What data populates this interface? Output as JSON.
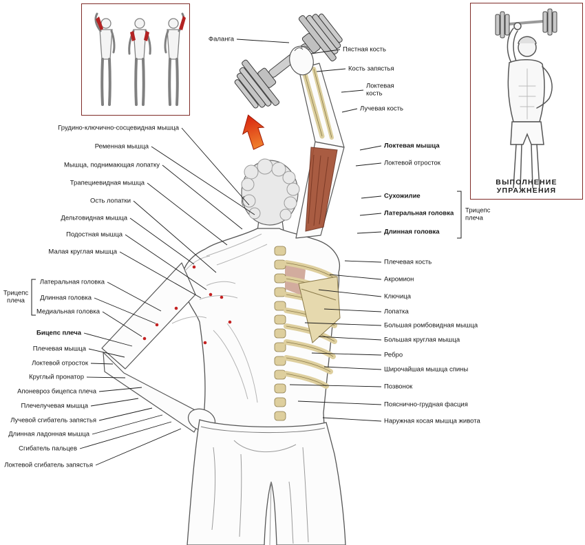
{
  "exercise_caption": "ВЫПОЛНЕНИЕ УПРАЖНЕНИЯ",
  "labels": {
    "top": [
      "Фаланга",
      "Пястная кость",
      "Кость запястья",
      "Локтевая кость",
      "Лучевая кость"
    ],
    "left": [
      "Грудино-ключично-сосцевидная мышца",
      "Ременная мышца",
      "Мышца, поднимающая лопатку",
      "Трапециевидная мышца",
      "Ость лопатки",
      "Дельтовидная мышца",
      "Подостная мышца",
      "Малая круглая мышца",
      "Латеральная головка",
      "Длинная головка",
      "Медиальная головка",
      "Бицепс плеча",
      "Плечевая мышца",
      "Локтевой отросток",
      "Круглый пронатор",
      "Апоневроз бицепса плеча",
      "Плечелучевая мышца",
      "Лучевой сгибатель запястья",
      "Длинная ладонная мышца",
      "Сгибатель пальцев",
      "Локтевой сгибатель запястья"
    ],
    "right": [
      "Локтевая мышца",
      "Локтевой отросток",
      "Сухожилие",
      "Латеральная головка",
      "Длинная головка",
      "Плечевая кость",
      "Акромион",
      "Ключица",
      "Лопатка",
      "Большая ромбовидная мышца",
      "Большая круглая мышца",
      "Ребро",
      "Широчайшая мышца спины",
      "Позвонок",
      "Пояснично-грудная фасция",
      "Наружная косая мышца живота"
    ],
    "triceps_group_left": "Трицепс плеча",
    "triceps_group_right": "Трицепс плеча"
  },
  "colors": {
    "box_border": "#7e2a26",
    "arrow_red": "#e2401f",
    "muscle_highlight": "#a34f33",
    "bone": "#decf9e",
    "marker_dot": "#c42222"
  },
  "icons": {
    "up_arrow": "movement direction arrow"
  }
}
